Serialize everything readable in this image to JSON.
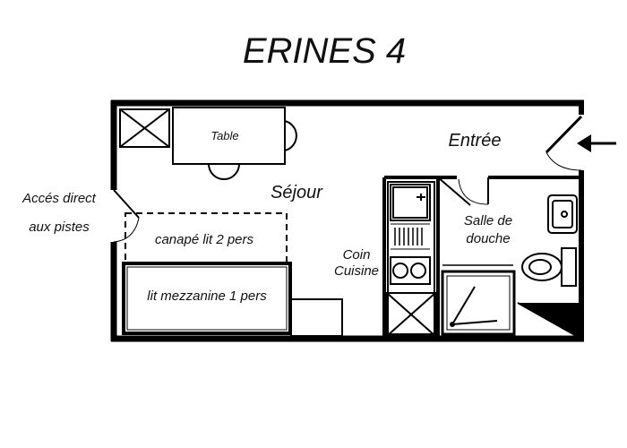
{
  "title": "ERINES 4",
  "labels": {
    "table": "Table",
    "entree": "Entrée",
    "sejour": "Séjour",
    "acces_line1": "Accés direct",
    "acces_line2": "aux pistes",
    "canape": "canapé lit 2 pers",
    "mezzanine": "lit mezzanine 1 pers",
    "coin": "Coin",
    "cuisine": "Cuisine",
    "salle": "Salle de",
    "douche": "douche"
  },
  "icons": [
    "arrow-left-icon",
    "toilet-icon",
    "sink-icon",
    "shower-icon",
    "stove-icon",
    "cupboard-icon"
  ]
}
